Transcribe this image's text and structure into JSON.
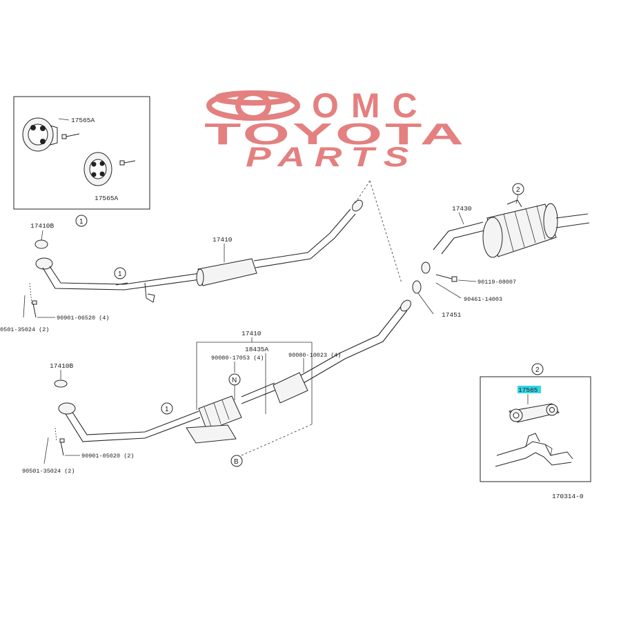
{
  "logo": {
    "line1": "OMC",
    "line2": "TOYOTA",
    "line3": "PARTS",
    "color": "#e06a6a"
  },
  "inset_top_left": {
    "label_a": "17565A",
    "label_b": "17565A"
  },
  "upper_assembly": {
    "gasket_label": "17410B",
    "callout_1a": "1",
    "callout_1b": "1",
    "pipe_label": "17410",
    "bolt_label": "90901-06520 (4)",
    "stud_label": "0501-35024 (2)"
  },
  "rear_assembly": {
    "muffler_label": "17430",
    "callout_2": "2",
    "bolt_label": "90119-08007",
    "nut_label": "90461-14003",
    "gasket_label": "17451"
  },
  "lower_assembly": {
    "pipe_label": "17410",
    "converter_label": "18435A",
    "bolt_left": "90080-17053 (4)",
    "bolt_right": "90080-10023 (4)",
    "callout_n": "N",
    "callout_b": "B",
    "callout_1": "1",
    "gasket_label": "17410B",
    "bolt_label": "90901-05020 (2)",
    "stud_label": "90501-35024 (2)"
  },
  "inset_bottom_right": {
    "callout_2": "2",
    "highlighted_label": "17565",
    "highlight_color": "#36d6e6"
  },
  "figure_code": "170314-0"
}
